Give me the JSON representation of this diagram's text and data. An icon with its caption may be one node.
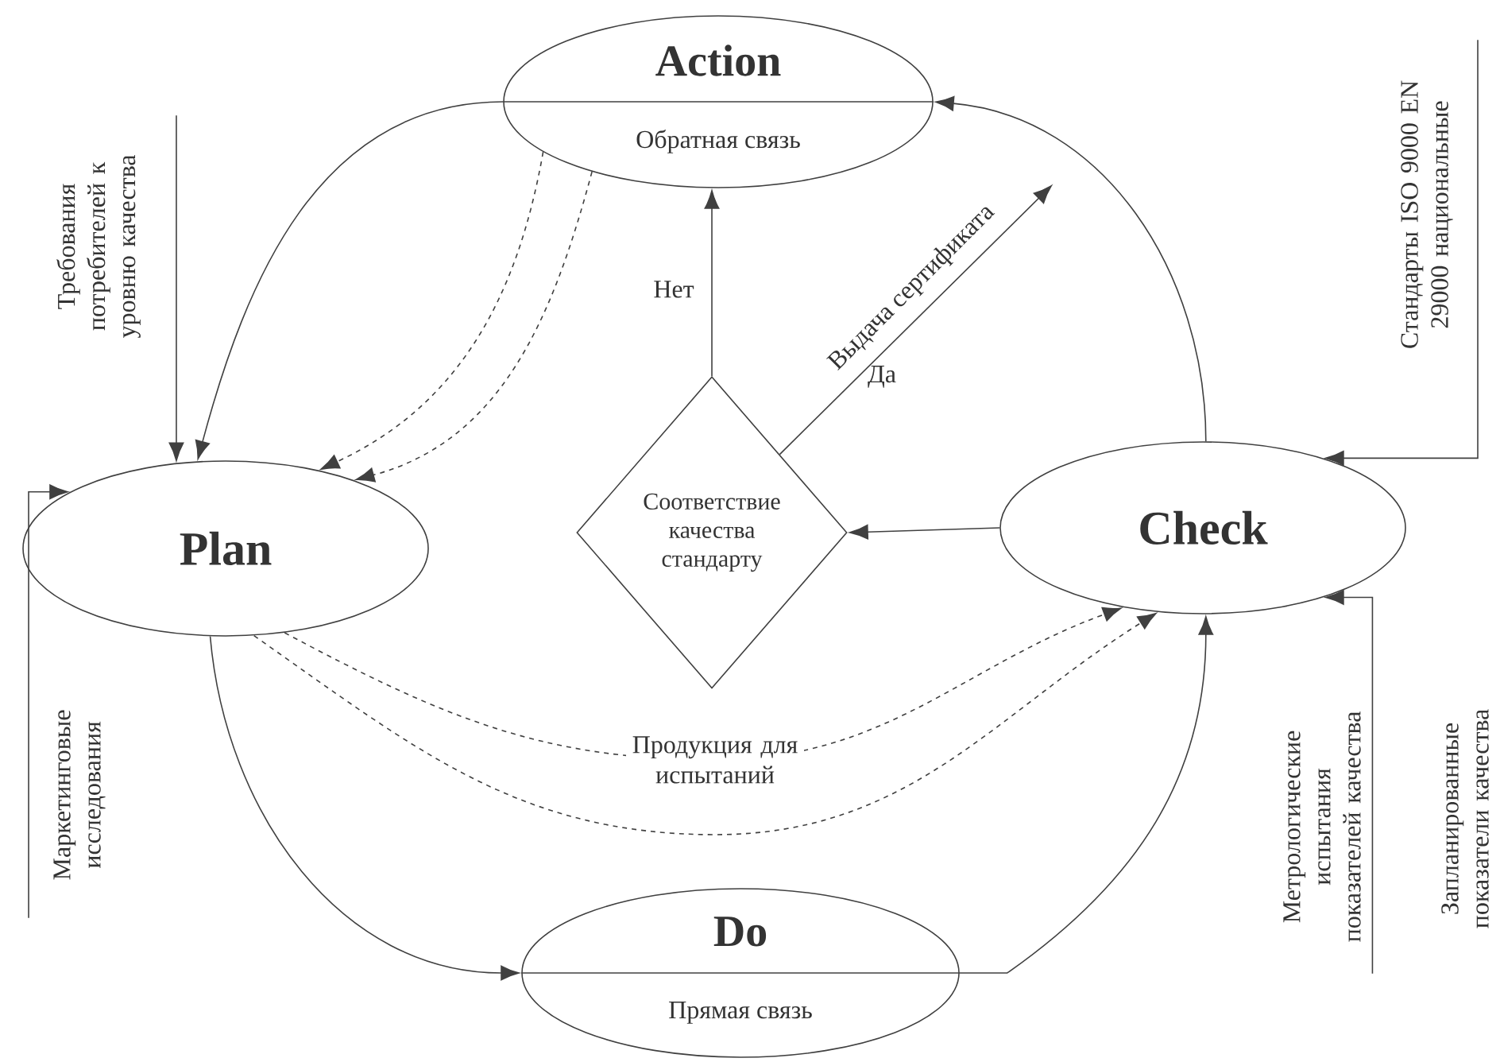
{
  "diagram": {
    "nodes": [
      {
        "text": [
          "Action",
          "Обратная связь"
        ]
      },
      {
        "text": [
          "Plan"
        ]
      },
      {
        "text": [
          "Check"
        ]
      },
      {
        "text": [
          "Do",
          "Прямая связь"
        ]
      },
      {
        "text": [
          "Соответствие качества стандарту"
        ]
      },
      {
        "text": [
          "Требования потребителей к уровню качества"
        ]
      },
      {
        "text": [
          "Маркетинговые исследования"
        ]
      },
      {
        "text": [
          "Стандарты ISO 9000 EN 29000 национальные"
        ]
      },
      {
        "text": [
          "Метрологические испытания показателей качества"
        ]
      }
    ],
    "edges": [
      {
        "from": 0,
        "to": 1,
        "arrow": "to"
      },
      {
        "from": 0,
        "to": 1,
        "arrow": "to",
        "style": "dashed"
      },
      {
        "from": 0,
        "to": 1,
        "arrow": "to",
        "style": "dashed"
      },
      {
        "from": 1,
        "to": 3,
        "arrow": "to"
      },
      {
        "from": 1,
        "to": 2,
        "arrow": "to",
        "style": "dashed",
        "label": "Продукция для испытаний"
      },
      {
        "from": 1,
        "to": 2,
        "arrow": "to",
        "style": "dashed"
      },
      {
        "from": 3,
        "to": 2,
        "arrow": "to"
      },
      {
        "from": 2,
        "to": 4,
        "arrow": "to"
      },
      {
        "from": 2,
        "to": 0,
        "arrow": "to"
      },
      {
        "from": 4,
        "to": 0,
        "arrow": "to",
        "label": "Нет"
      },
      {
        "from": 4,
        "to": null,
        "arrow": "to",
        "label": "Выдача сертификата"
      },
      {
        "from": 5,
        "to": 1,
        "arrow": "to"
      },
      {
        "from": 6,
        "to": 1,
        "arrow": "to"
      },
      {
        "from": 7,
        "to": 2,
        "arrow": "to"
      },
      {
        "from": 8,
        "to": 2,
        "arrow": "to"
      }
    ],
    "labels": [
      "Да",
      "Запланированные показатели качества"
    ]
  }
}
